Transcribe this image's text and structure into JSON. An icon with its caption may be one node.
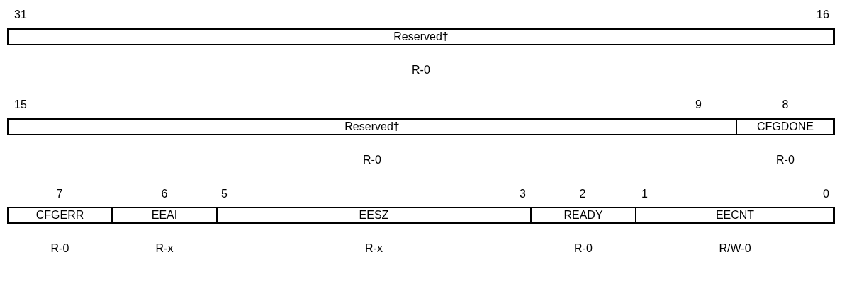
{
  "diagram": {
    "nodes": [
      {
        "text": [
          "Reserved†"
        ],
        "beside": [
          "R-0"
        ]
      },
      {
        "text": [
          "Reserved†"
        ],
        "beside": [
          "R-0"
        ]
      },
      {
        "text": [
          "CFGDONE"
        ],
        "beside": [
          "R-0"
        ]
      },
      {
        "text": [
          "CFGERR"
        ],
        "beside": [
          "R-0"
        ]
      },
      {
        "text": [
          "EEAI"
        ],
        "beside": [
          "R-x"
        ]
      },
      {
        "text": [
          "EESZ"
        ],
        "beside": [
          "R-x"
        ]
      },
      {
        "text": [
          "READY"
        ],
        "beside": [
          "R-0"
        ]
      },
      {
        "text": [
          "EECNT"
        ],
        "beside": [
          "R/W-0"
        ]
      }
    ],
    "labels": [
      "31",
      "16",
      "15",
      "9",
      "8",
      "7",
      "6",
      "5",
      "3",
      "2",
      "1",
      "0"
    ]
  }
}
